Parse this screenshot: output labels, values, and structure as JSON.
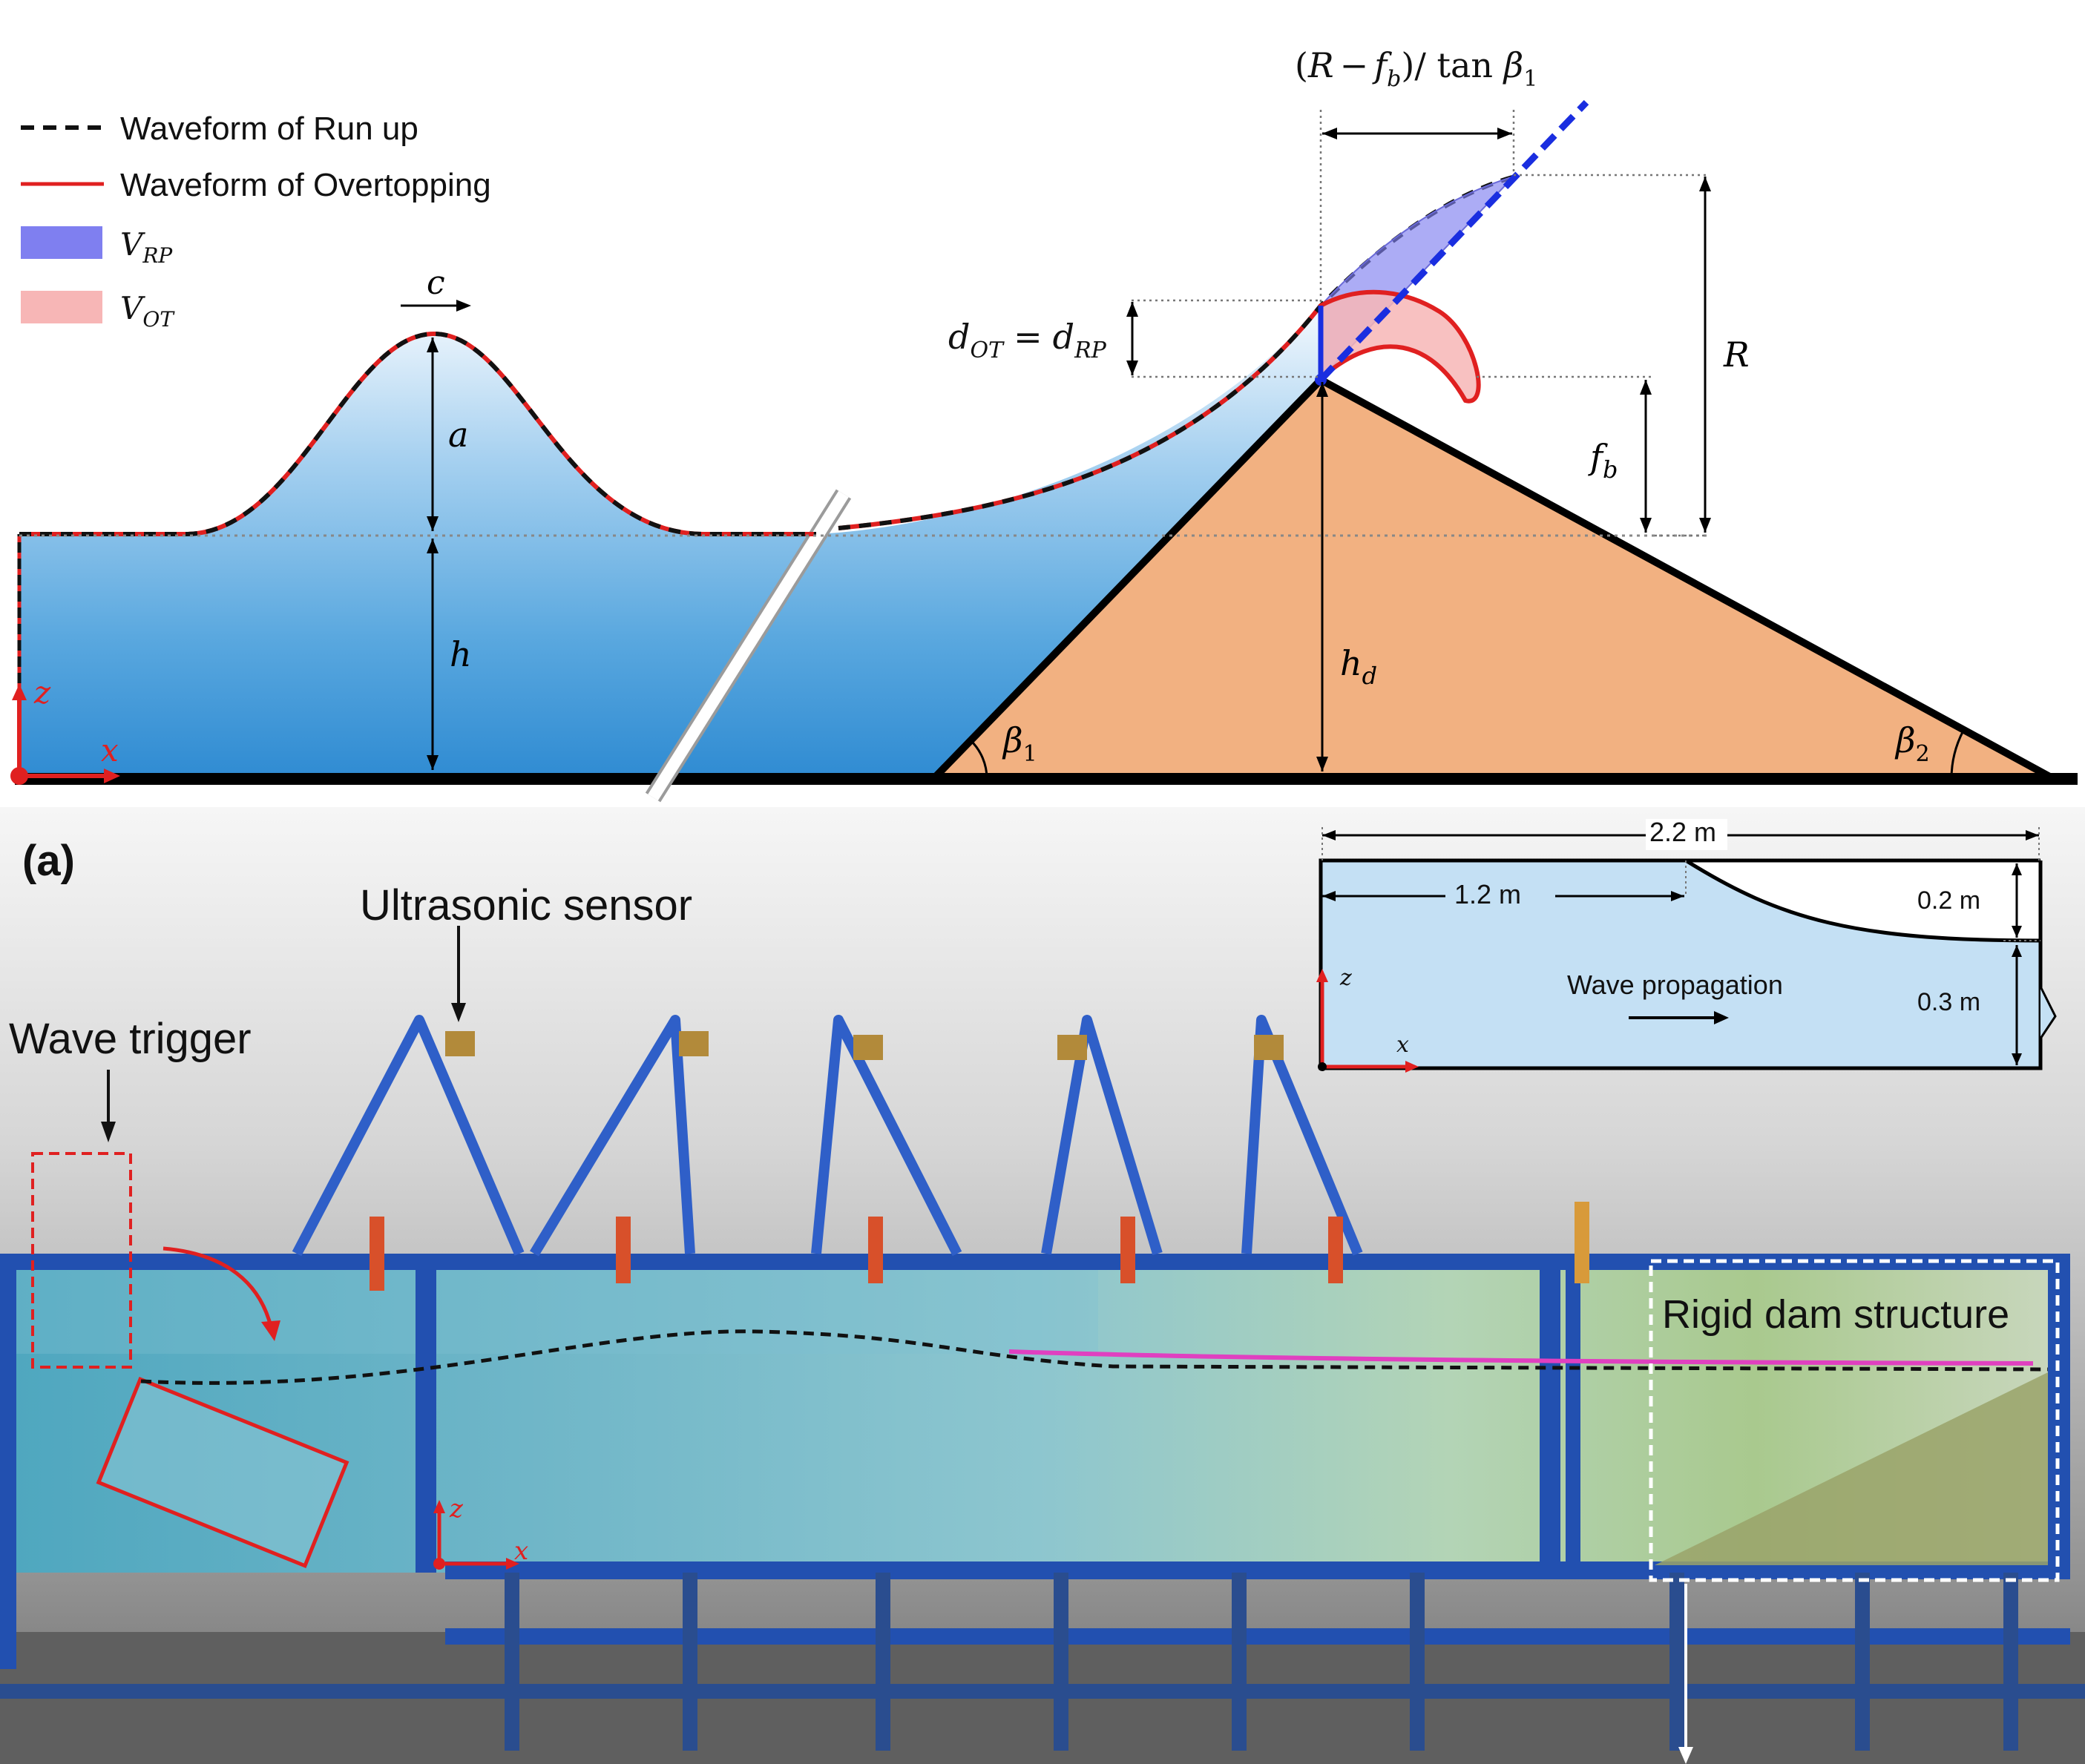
{
  "schematic": {
    "legend": {
      "runup_label": "Waveform of Run up",
      "overtopping_label": "Waveform of Overtopping",
      "vrp_main": "V",
      "vrp_sub": "RP",
      "vot_main": "V",
      "vot_sub": "OT",
      "runup_color": "#111111",
      "overtopping_color": "#e02020",
      "vrp_color": "#7f7ff0",
      "vot_color": "#f7b6b6"
    },
    "wave": {
      "celerity": "c",
      "amplitude": "a",
      "depth": "h"
    },
    "dam": {
      "height_main": "h",
      "height_sub": "d",
      "freeboard_main": "f",
      "freeboard_sub": "b",
      "runup": "R",
      "depth_eq": {
        "d1": "d",
        "d1_sub": "OT",
        "eq": "=",
        "d2": "d",
        "d2_sub": "RP"
      },
      "horizontal_open": "(",
      "horizontal_R": "R",
      "horizontal_minus": "−",
      "horizontal_f": "f",
      "horizontal_f_sub": "b",
      "horizontal_close": ")/ tan ",
      "horizontal_beta": "β",
      "horizontal_beta_sub": "1",
      "beta1_main": "β",
      "beta1_sub": "1",
      "beta2_main": "β",
      "beta2_sub": "2",
      "dam_color": "#f2b181"
    },
    "axes": {
      "x": "x",
      "z": "z"
    }
  },
  "photo": {
    "panel_label": "(a)",
    "ultrasonic_label": "Ultrasonic sensor",
    "trigger_label": "Wave trigger",
    "dam_label": "Rigid dam structure",
    "axes": {
      "x": "x",
      "z": "z"
    },
    "inset": {
      "length_total": "2.2 m",
      "length_part": "1.2 m",
      "height_dam": "0.2 m",
      "depth": "0.3 m",
      "propagation": "Wave propagation",
      "axes": {
        "x": "x",
        "z": "z"
      }
    }
  }
}
